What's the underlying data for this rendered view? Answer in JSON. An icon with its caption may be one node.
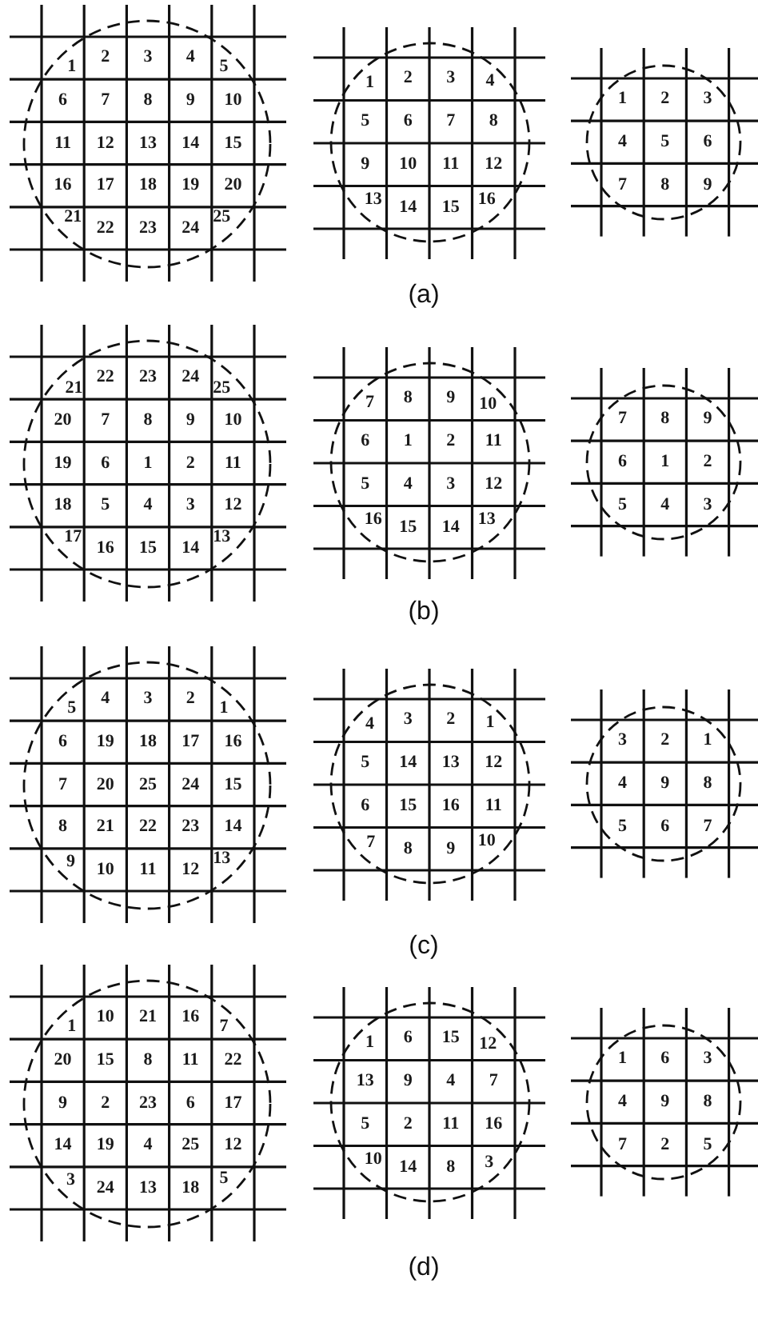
{
  "diagram": {
    "labels": [
      "1",
      "2",
      "3",
      "4",
      "5",
      "6",
      "7",
      "8",
      "9",
      "10",
      "11",
      "12",
      "13",
      "14",
      "15",
      "16",
      "17",
      "18",
      "19",
      "20",
      "21",
      "22",
      "23",
      "24",
      "25",
      "1",
      "2",
      "3",
      "4",
      "5",
      "6",
      "7",
      "8",
      "9",
      "10",
      "11",
      "12",
      "13",
      "14",
      "15",
      "16",
      "1",
      "2",
      "3",
      "4",
      "5",
      "6",
      "7",
      "8",
      "9",
      "(a)",
      "21",
      "22",
      "23",
      "24",
      "25",
      "20",
      "7",
      "8",
      "9",
      "10",
      "19",
      "6",
      "1",
      "2",
      "11",
      "18",
      "5",
      "4",
      "3",
      "12",
      "17",
      "16",
      "15",
      "14",
      "13",
      "7",
      "8",
      "9",
      "10",
      "6",
      "1",
      "2",
      "11",
      "5",
      "4",
      "3",
      "12",
      "16",
      "15",
      "14",
      "13",
      "7",
      "8",
      "9",
      "6",
      "1",
      "2",
      "5",
      "4",
      "3",
      "(b)",
      "5",
      "4",
      "3",
      "2",
      "1",
      "6",
      "19",
      "18",
      "17",
      "16",
      "7",
      "20",
      "25",
      "24",
      "15",
      "8",
      "21",
      "22",
      "23",
      "14",
      "9",
      "10",
      "11",
      "12",
      "13",
      "4",
      "3",
      "2",
      "1",
      "5",
      "14",
      "13",
      "12",
      "6",
      "15",
      "16",
      "11",
      "7",
      "8",
      "9",
      "10",
      "3",
      "2",
      "1",
      "4",
      "9",
      "8",
      "5",
      "6",
      "7",
      "(c)",
      "1",
      "10",
      "21",
      "16",
      "7",
      "20",
      "15",
      "8",
      "11",
      "22",
      "9",
      "2",
      "23",
      "6",
      "17",
      "14",
      "19",
      "4",
      "25",
      "12",
      "3",
      "24",
      "13",
      "18",
      "5",
      "1",
      "6",
      "15",
      "12",
      "13",
      "9",
      "4",
      "7",
      "5",
      "2",
      "11",
      "16",
      "10",
      "14",
      "8",
      "3",
      "1",
      "6",
      "3",
      "4",
      "9",
      "8",
      "7",
      "2",
      "5",
      "(d)"
    ]
  }
}
